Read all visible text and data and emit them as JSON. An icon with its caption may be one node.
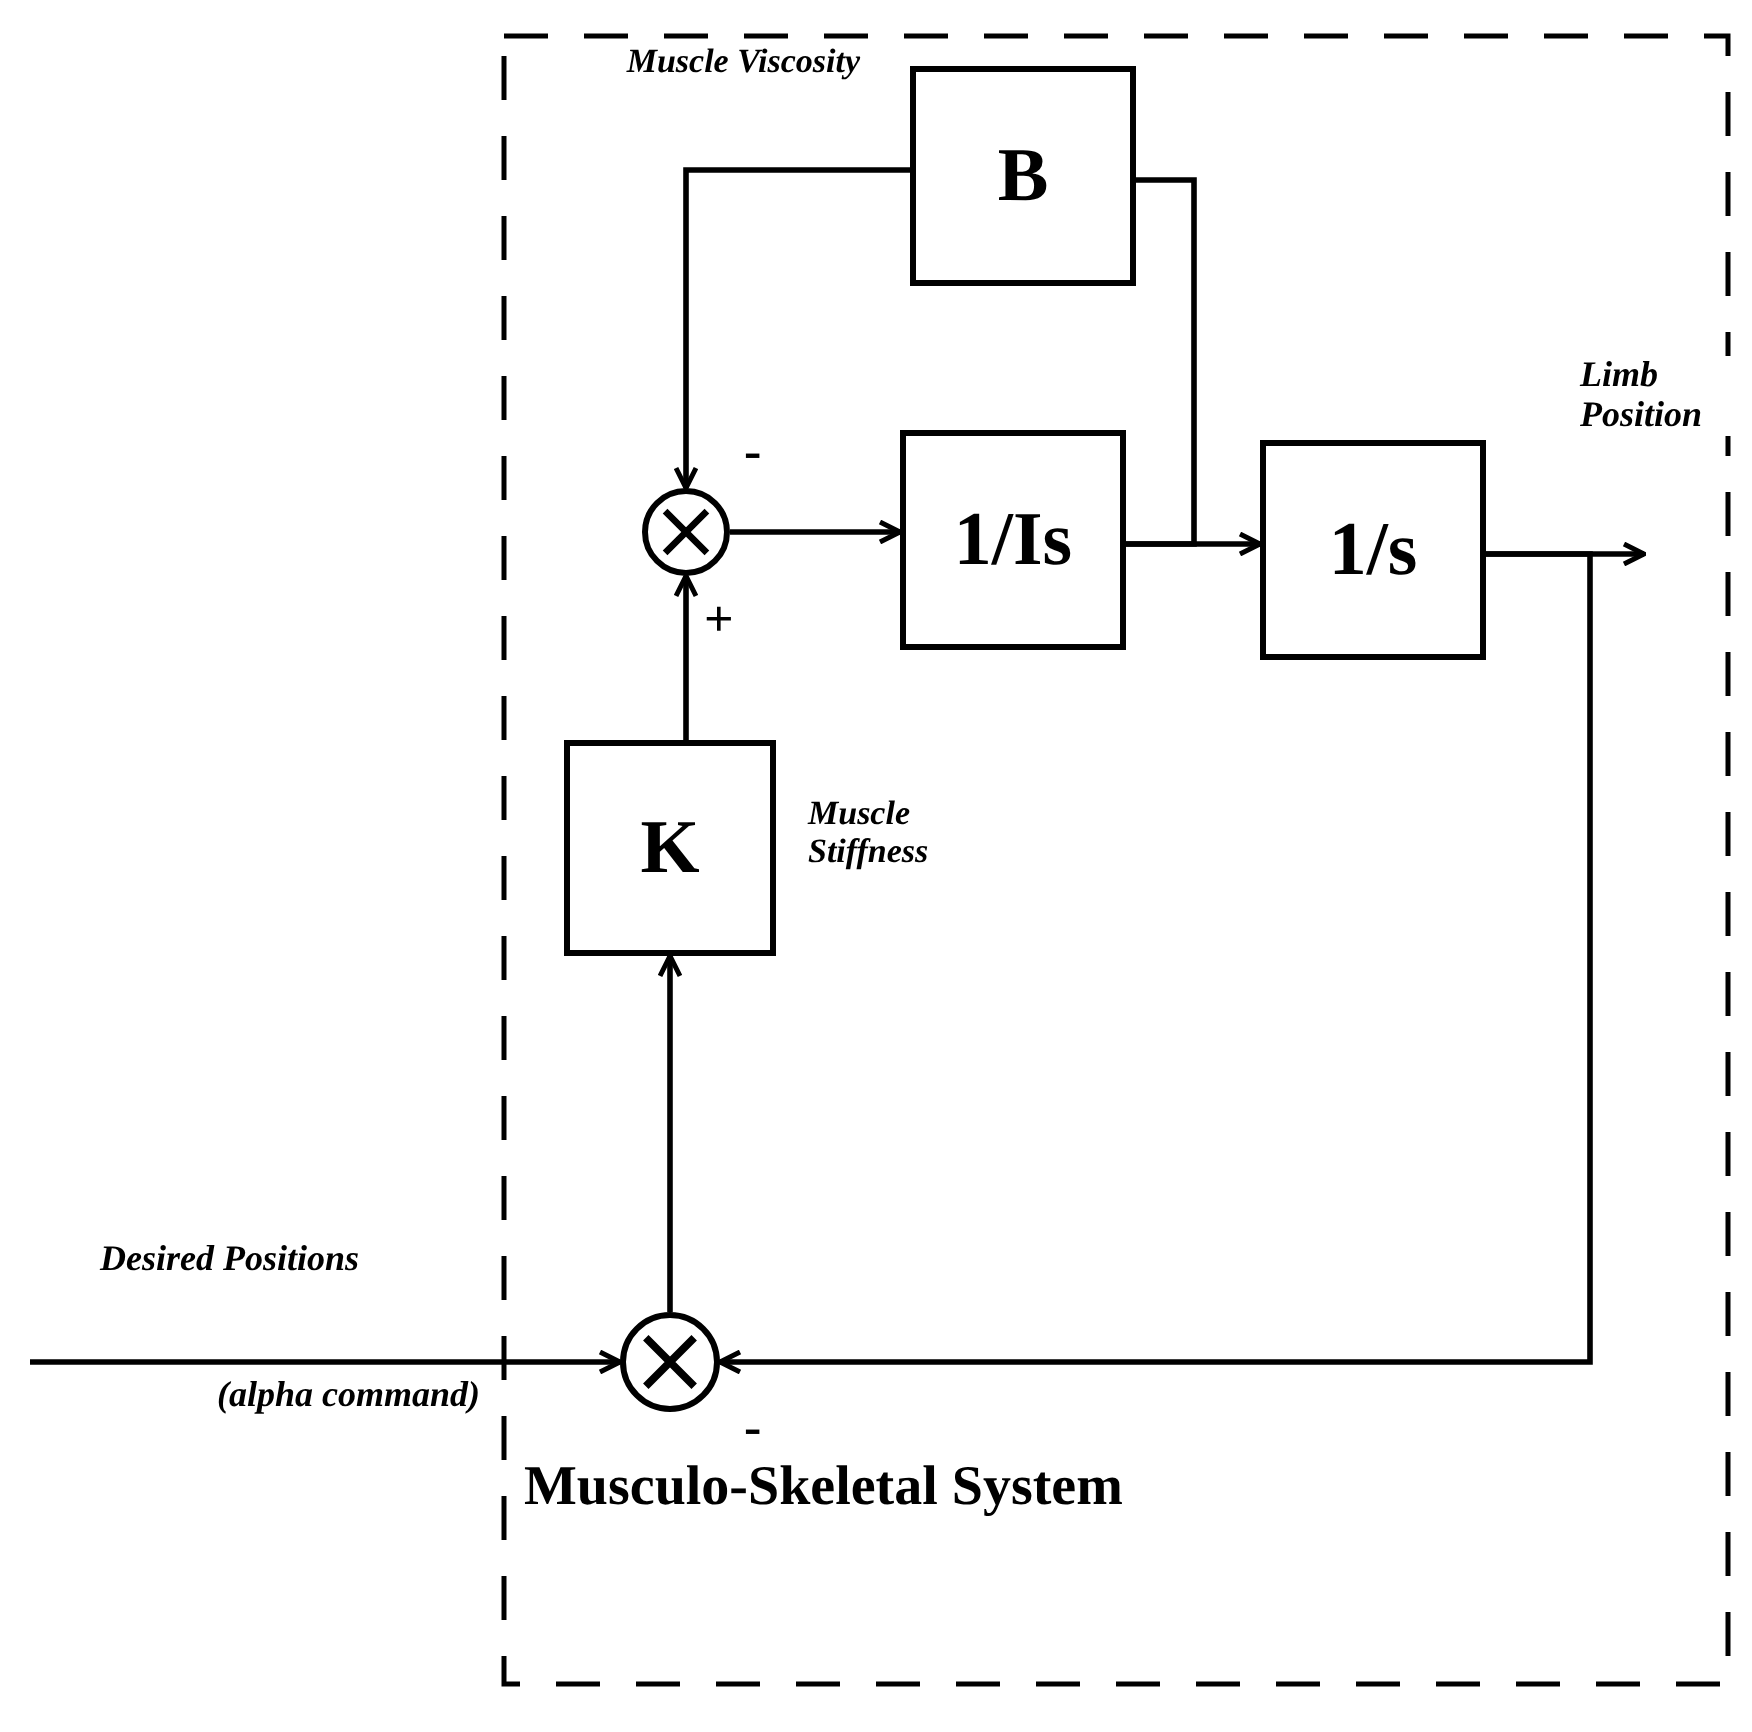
{
  "diagram": {
    "nodes": [
      {
        "text": [
          "Musculo-Skeletal System"
        ]
      },
      {
        "text": [
          "B"
        ],
        "beside": [
          "Muscle Viscosity"
        ],
        "in": 0
      },
      {
        "text": [],
        "shape": "circle",
        "in": 0
      },
      {
        "text": [
          "1/Is"
        ],
        "in": 0
      },
      {
        "text": [
          "1/s"
        ],
        "in": 0
      },
      {
        "text": [
          "K"
        ],
        "beside": [
          "Muscle Stiffness"
        ],
        "in": 0
      },
      {
        "text": [],
        "shape": "circle",
        "in": 0
      }
    ],
    "edges": [
      {
        "from": null,
        "to": 6,
        "arrow": "to",
        "label": "Desired Positions"
      },
      {
        "from": 6,
        "to": 5,
        "arrow": "to"
      },
      {
        "from": 5,
        "to": 2,
        "arrow": "to"
      },
      {
        "from": 2,
        "to": 3,
        "arrow": "to"
      },
      {
        "from": 3,
        "to": 4,
        "arrow": "to"
      },
      {
        "from": 3,
        "to": 1,
        "arrow": "none"
      },
      {
        "from": 1,
        "to": 2,
        "arrow": "to"
      },
      {
        "from": 4,
        "to": null,
        "arrow": "to",
        "label": "Limb Position"
      },
      {
        "from": 4,
        "to": 6,
        "arrow": "to"
      }
    ],
    "labels": [
      "-",
      "+",
      "(alpha command)",
      "-"
    ]
  }
}
